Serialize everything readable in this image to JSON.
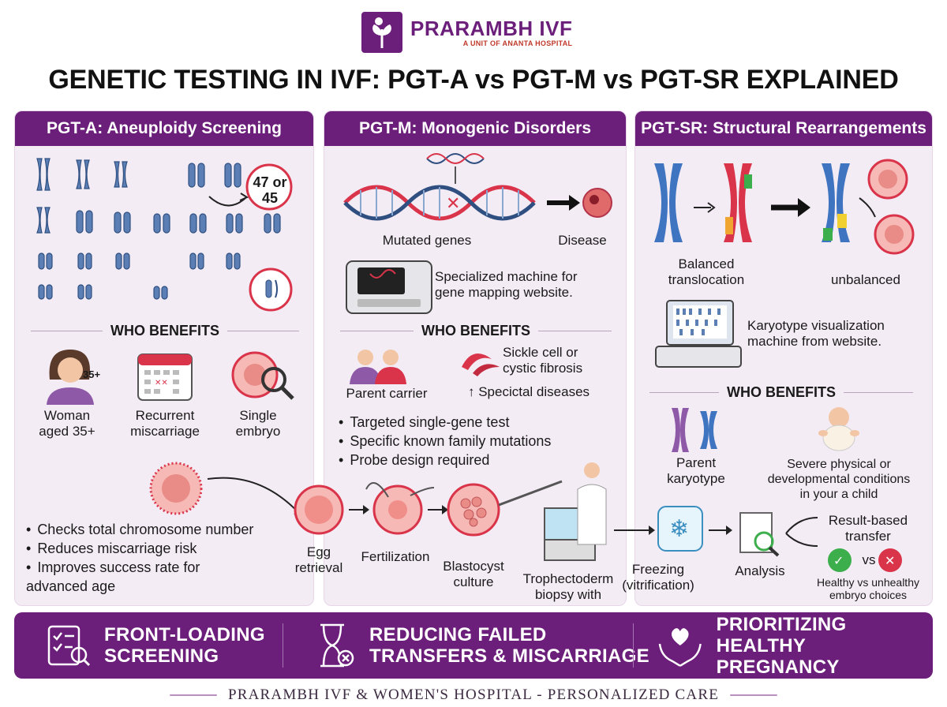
{
  "brand": {
    "name": "PRARAMBH IVF",
    "sub": "A UNIT OF ANANTA HOSPITAL"
  },
  "title": "GENETIC TESTING IN IVF: PGT-A vs PGT-M vs PGT-SR EXPLAINED",
  "pgta": {
    "header": "PGT-A: Aneuploidy Screening",
    "badge_count": "47 or\n45",
    "who_benefits": "WHO BENEFITS",
    "age_tag": "35+",
    "beneficiaries": [
      "Woman\naged 35+",
      "Recurrent\nmiscarriage",
      "Single\nembryo"
    ],
    "bullets": [
      "Checks total chromosome number",
      "Reduces miscarriage risk",
      "Improves success rate for\nadvanced age"
    ]
  },
  "pgtm": {
    "header": "PGT-M: Monogenic Disorders",
    "mutated_label": "Mutated genes",
    "disease_label": "Disease",
    "machine_label": "Specialized machine for\ngene mapping website.",
    "who_benefits": "WHO BENEFITS",
    "parent_label": "Parent carrier",
    "sickle_label": "Sickle cell or\ncystic fibrosis",
    "specictal_label": "↑ Specictal diseases",
    "bullets": [
      "Targeted single-gene test",
      "Specific known family mutations",
      "Probe design required"
    ]
  },
  "pgtsr": {
    "header": "PGT-SR: Structural Rearrangements",
    "balanced_label": "Balanced\ntranslocation",
    "unbalanced_label": "unbalanced",
    "machine_label": "Karyotype visualization\nmachine from website.",
    "who_benefits": "WHO BENEFITS",
    "parent_label": "Parent\nkaryotype",
    "severe_label": "Severe physical or\ndevelopmental conditions\nin your a child"
  },
  "process": {
    "egg": "Egg\nretrieval",
    "fert": "Fertilization",
    "blast": "Blastocyst\nculture",
    "tropho": "Trophectoderm\nbiopsy with",
    "freeze": "Freezing\n(vitrification)",
    "analysis": "Analysis",
    "result": "Result-based\ntransfer",
    "vs": "vs",
    "choices": "Healthy vs unhealthy\nembryo choices"
  },
  "band": {
    "item1": "FRONT-LOADING\nSCREENING",
    "item2": "REDUCING FAILED\nTRANSFERS & MISCARRIAGE",
    "item3": "PRIORITIZING\nHEALTHY PREGNANCY"
  },
  "footer": "PRARAMBH IVF & WOMEN'S HOSPITAL - PERSONALIZED CARE",
  "colors": {
    "purple": "#6b1e7a",
    "panel": "#f4ecf5",
    "chromosome": "#5b7fb5",
    "red": "#d9344a",
    "green": "#3cae4b"
  }
}
